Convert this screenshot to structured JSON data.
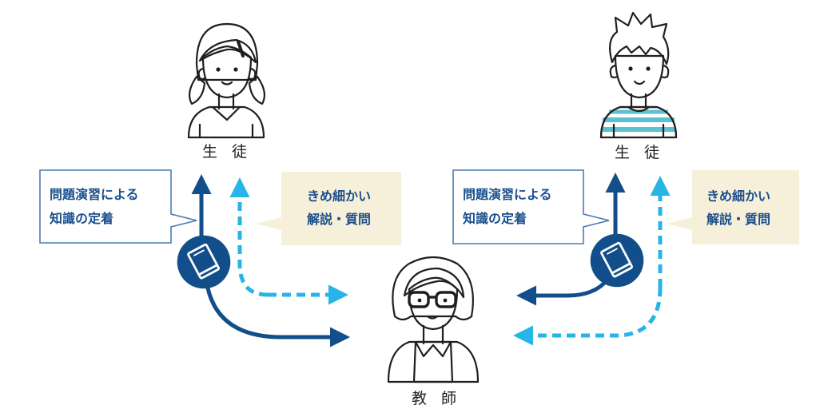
{
  "students": [
    {
      "label": "生 徒"
    },
    {
      "label": "生 徒"
    }
  ],
  "teacher": {
    "label": "教 師"
  },
  "bubbles": {
    "practice": [
      "問題演習による",
      "知識の定着"
    ],
    "explanation": [
      "きめ細かい",
      "解説・質問"
    ]
  },
  "icons": {
    "book": "book-icon"
  },
  "colors": {
    "hair": "#5cc0cf",
    "shirt": "#a9dde4",
    "solid_arrow": "#114e8a",
    "dashed_arrow": "#27b4e6",
    "beige_bubble": "#f6efd9",
    "bubble_border": "#4a79b2",
    "bubble_text": "#1a4f8c",
    "book_circle": "#114e8a"
  }
}
